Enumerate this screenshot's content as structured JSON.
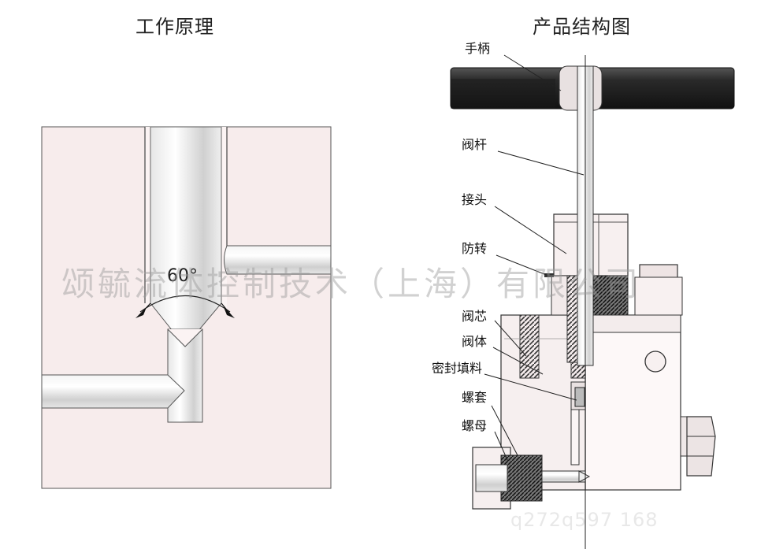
{
  "titles": {
    "left": "工作原理",
    "right": "产品结构图"
  },
  "principle": {
    "angle_label": "60°"
  },
  "parts": [
    {
      "key": "handle",
      "label": "手柄"
    },
    {
      "key": "stem",
      "label": "阀杆"
    },
    {
      "key": "connector",
      "label": "接头"
    },
    {
      "key": "anti_rotation",
      "label": "防转"
    },
    {
      "key": "core",
      "label": "阀芯"
    },
    {
      "key": "body",
      "label": "阀体"
    },
    {
      "key": "packing",
      "label": "密封填料"
    },
    {
      "key": "sleeve",
      "label": "螺套"
    },
    {
      "key": "nut",
      "label": "螺母"
    }
  ],
  "watermark": {
    "company": "颂毓流体控制技术（上海）有限公司",
    "contact": "q272q597 168"
  }
}
